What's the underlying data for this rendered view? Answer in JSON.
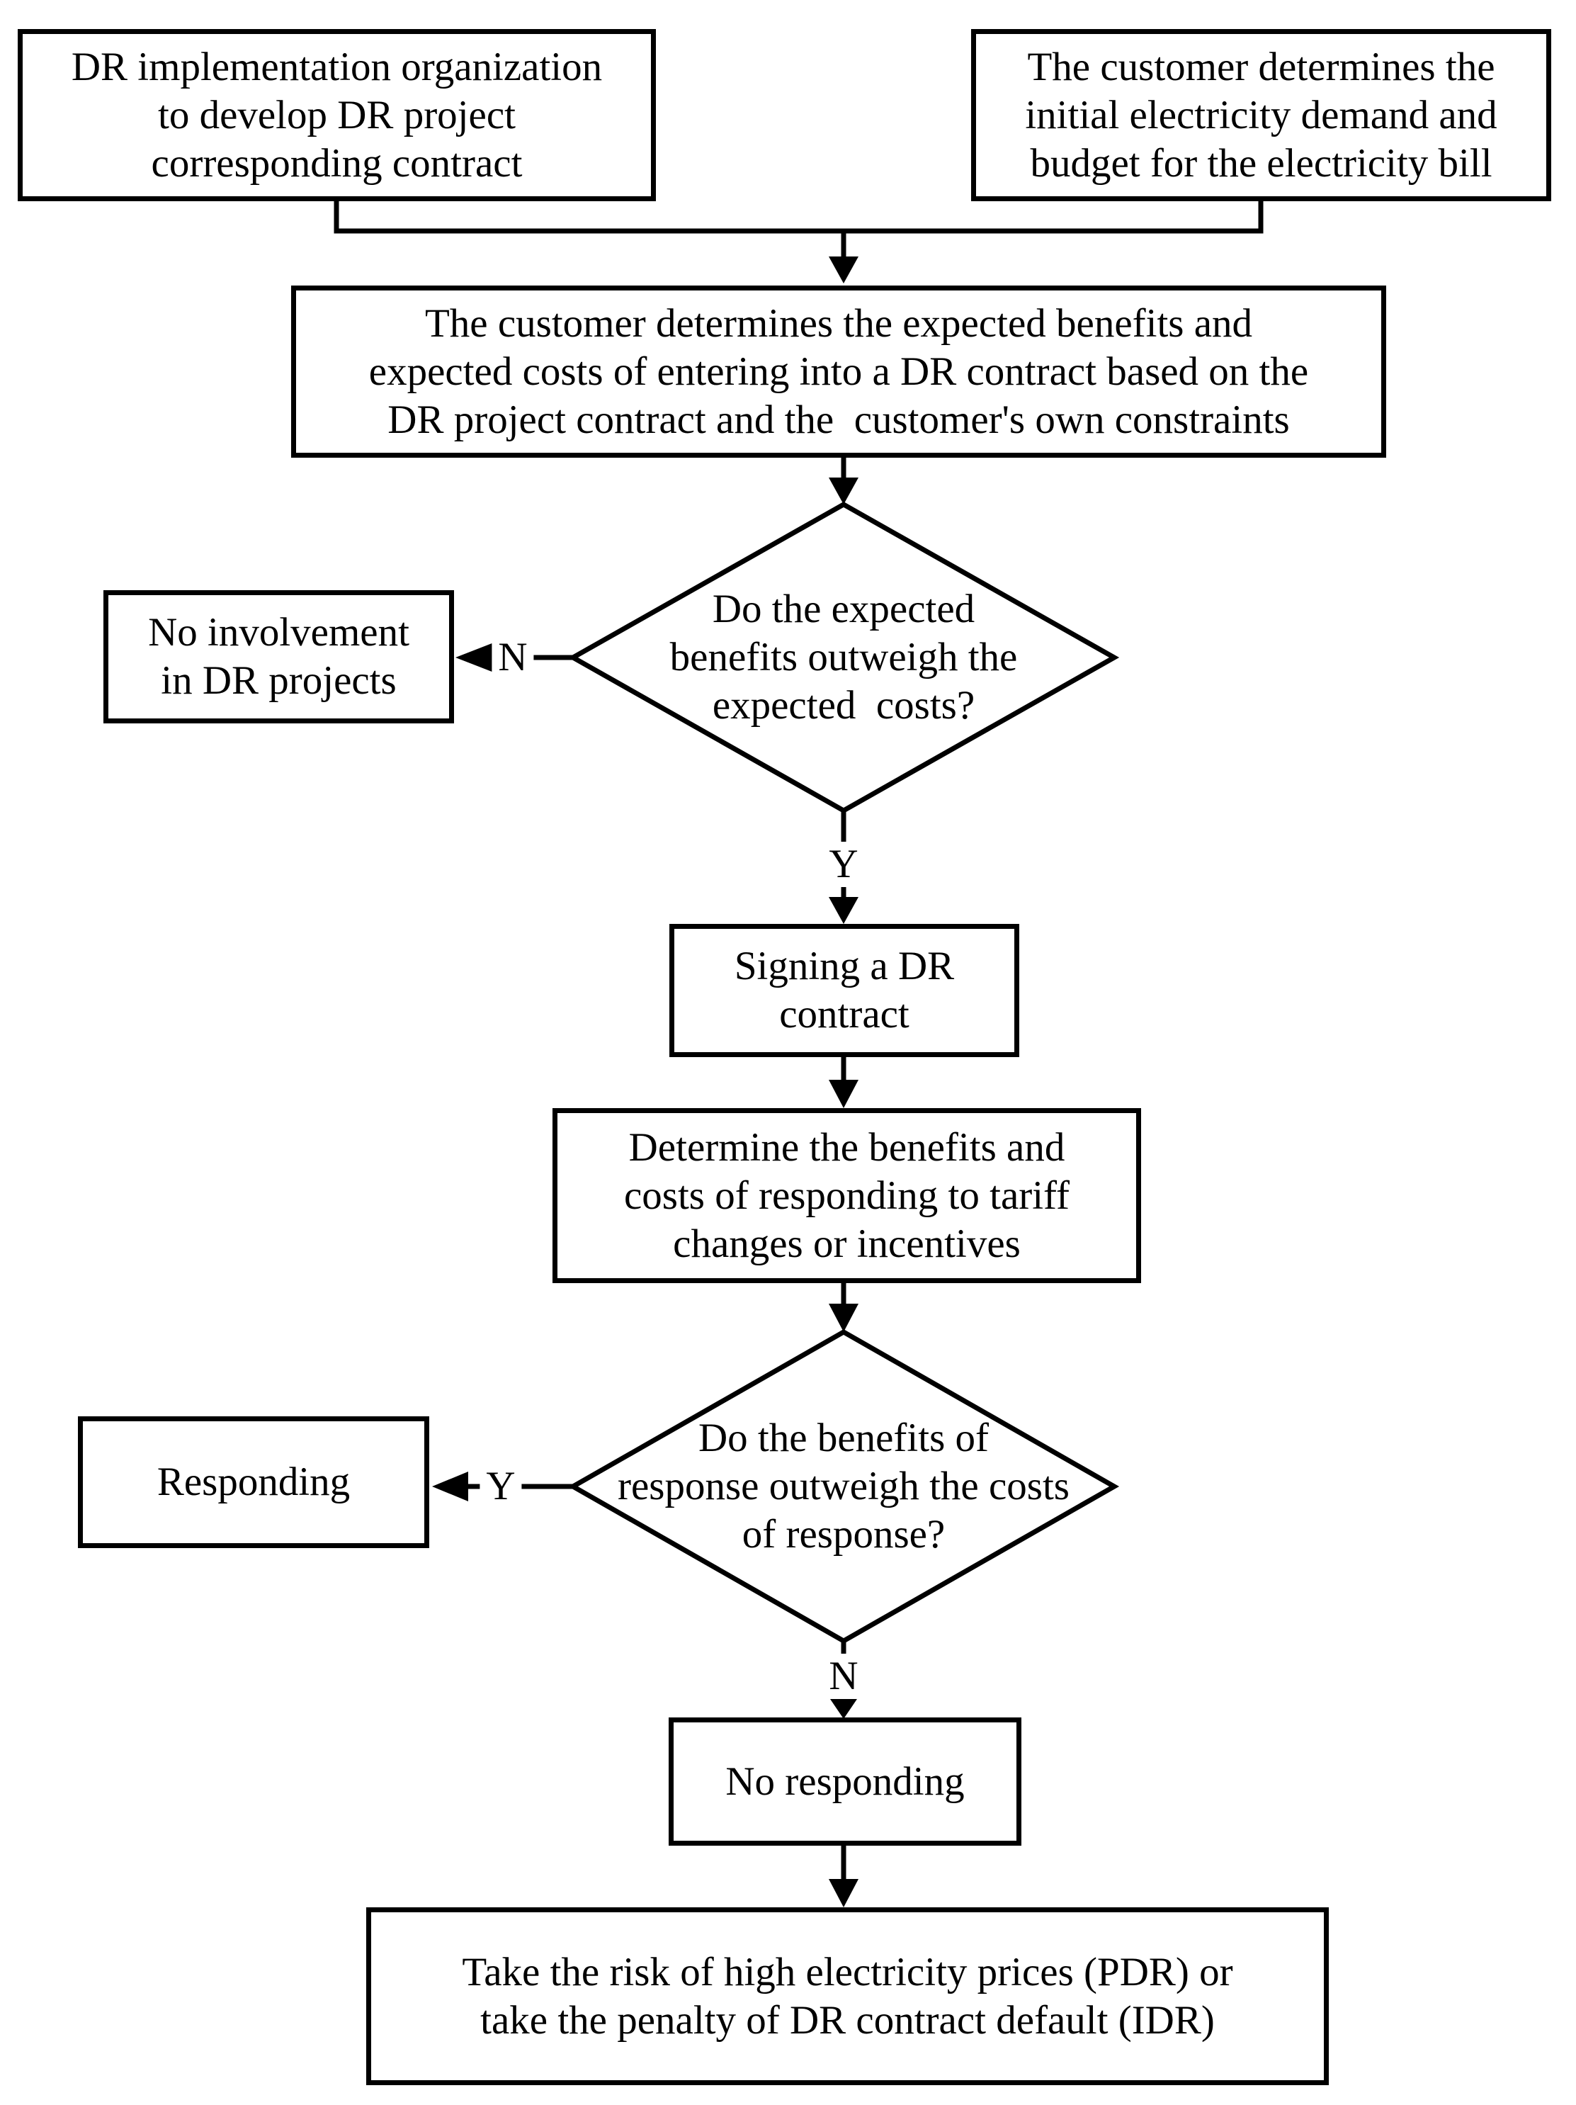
{
  "colors": {
    "line": "#000000",
    "background": "#ffffff",
    "text": "#000000"
  },
  "nodes": {
    "dr_org": "DR implementation organization\nto develop DR project\ncorresponding contract",
    "customer_initial": "The customer determines the\ninitial electricity demand and\nbudget for the electricity bill",
    "expected_assessment": "The customer determines the expected benefits and\nexpected costs of entering into a DR contract based on the\nDR project contract and the  customer's own constraints",
    "decision_expected": "Do the expected\nbenefits outweigh the\nexpected  costs?",
    "no_involvement": "No involvement\nin DR projects",
    "signing": "Signing a DR\ncontract",
    "determine_response": "Determine the benefits and\ncosts of responding to tariff\nchanges or incentives",
    "decision_response": "Do the benefits of\nresponse outweigh the costs\nof response?",
    "responding": "Responding",
    "no_responding": "No responding",
    "take_risk": "Take the risk of high electricity prices (PDR) or\ntake the penalty of DR contract default (IDR)"
  },
  "edge_labels": {
    "n_expected": "N",
    "y_expected": "Y",
    "y_response": "Y",
    "n_response": "N"
  }
}
